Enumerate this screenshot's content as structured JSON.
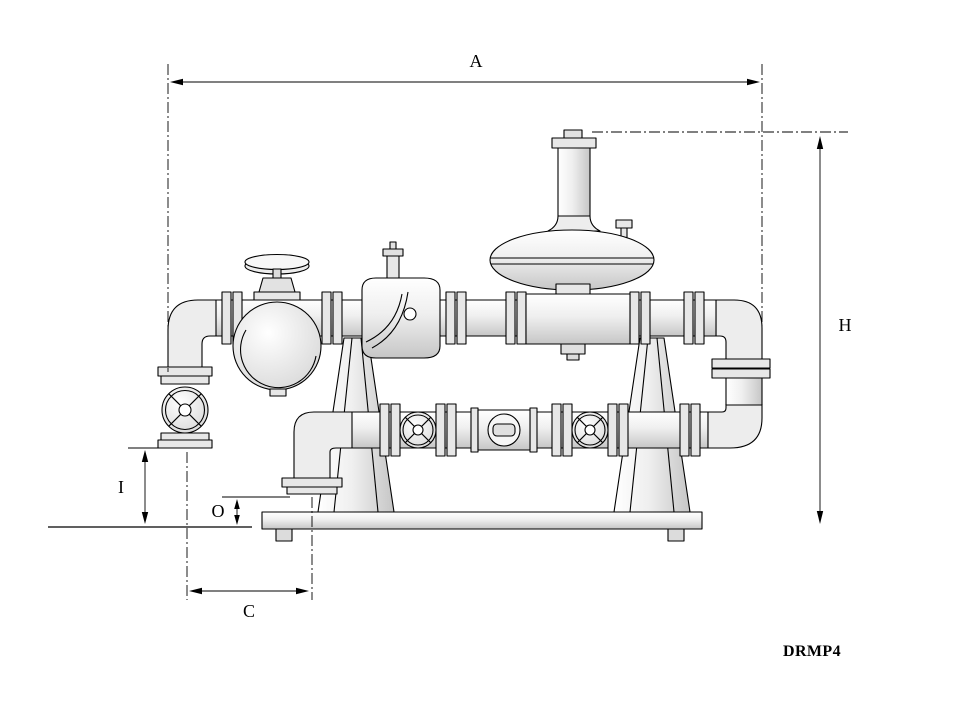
{
  "diagram": {
    "caption": "DRMP4",
    "labels": {
      "a": "A",
      "h": "H",
      "i": "I",
      "o": "O",
      "c": "C"
    },
    "colors": {
      "line": "#000000",
      "background": "#ffffff",
      "metal_light": "#f4f4f4",
      "metal_mid": "#e7e7e7",
      "metal_dark": "#c6c6c6"
    }
  }
}
